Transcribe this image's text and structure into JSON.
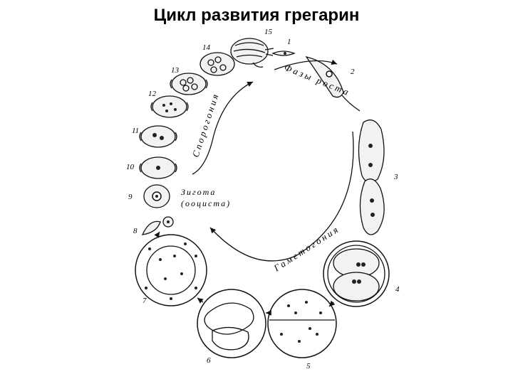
{
  "title": "Цикл развития грегарин",
  "phases": {
    "growth": "Фазы роста",
    "sporogony": "Спорогония",
    "gametogony": "Гаметогония"
  },
  "zygote": {
    "line1": "Зигота",
    "line2": "(ооциста)"
  },
  "stage_numbers": [
    "1",
    "2",
    "3",
    "4",
    "5",
    "6",
    "7",
    "8",
    "9",
    "10",
    "11",
    "12",
    "13",
    "14",
    "15"
  ]
}
